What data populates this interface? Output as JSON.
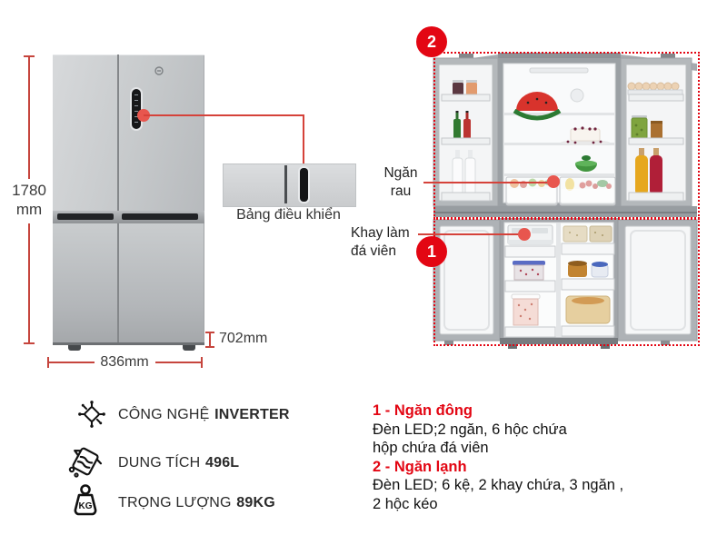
{
  "colors": {
    "accent_red": "#e30613",
    "dimension_red": "#c6453d",
    "callout_dot_red": "#e8564e",
    "text_dark": "#2e2e2e"
  },
  "dimensions": {
    "height_value": "1780",
    "height_unit": "mm",
    "width": "836mm",
    "depth": "702mm"
  },
  "inset": {
    "label": "Bảng điều khiển"
  },
  "callouts": {
    "vegetable_drawer": {
      "line1": "Ngăn",
      "line2": "rau"
    },
    "ice_tray": {
      "line1": "Khay làm",
      "line2": "đá viên"
    },
    "freezer_badge": "1",
    "fridge_badge": "2"
  },
  "features": [
    {
      "icon": "inverter-technology-icon",
      "label": "CÔNG NGHỆ",
      "value": "INVERTER"
    },
    {
      "icon": "capacity-jug-icon",
      "label": "DUNG TÍCH",
      "value": "496L"
    },
    {
      "icon": "weight-kg-icon",
      "label": "TRỌNG LƯỢNG",
      "value": "89KG"
    }
  ],
  "icons": {
    "kg_label": "KG"
  },
  "specs": [
    {
      "heading": "1 - Ngăn đông",
      "lines": [
        "Đèn LED;2 ngăn, 6 hộc chứa",
        "hộp chứa đá viên"
      ]
    },
    {
      "heading": "2 - Ngăn lạnh",
      "lines": [
        "Đèn LED; 6 kệ, 2 khay chứa, 3 ngăn ,",
        "2 hộc kéo"
      ]
    }
  ]
}
